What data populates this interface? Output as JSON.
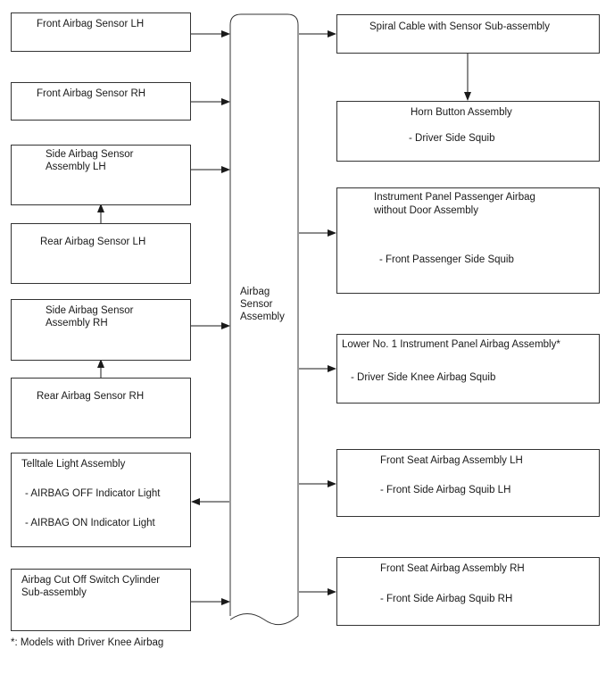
{
  "center": {
    "line1": "Airbag",
    "line2": "Sensor",
    "line3": "Assembly"
  },
  "inputs": {
    "front_sensor_lh": "Front Airbag Sensor LH",
    "front_sensor_rh": "Front Airbag Sensor RH",
    "side_sensor_lh": [
      "Side Airbag Sensor",
      "Assembly LH"
    ],
    "rear_sensor_lh": "Rear Airbag Sensor LH",
    "side_sensor_rh": [
      "Side Airbag Sensor",
      "Assembly RH"
    ],
    "rear_sensor_rh": "Rear Airbag Sensor RH",
    "telltale": {
      "title": "Telltale Light Assembly",
      "off": "- AIRBAG OFF Indicator Light",
      "on": "- AIRBAG ON Indicator Light"
    },
    "cutoff_switch": [
      "Airbag Cut Off Switch Cylinder",
      "Sub-assembly"
    ]
  },
  "outputs": {
    "spiral_cable": "Spiral Cable with Sensor Sub-assembly",
    "horn": {
      "title": "Horn Button Assembly",
      "squib": "- Driver Side Squib"
    },
    "passenger": {
      "title": [
        "Instrument Panel Passenger Airbag",
        "without Door Assembly"
      ],
      "squib": "- Front Passenger Side Squib"
    },
    "knee": {
      "title": "Lower No. 1 Instrument Panel Airbag Assembly*",
      "squib": "- Driver Side Knee Airbag Squib"
    },
    "seat_lh": {
      "title": "Front Seat Airbag Assembly LH",
      "squib": "- Front Side Airbag Squib LH"
    },
    "seat_rh": {
      "title": "Front Seat Airbag Assembly RH",
      "squib": "- Front Side Airbag Squib RH"
    }
  },
  "footnote": "*: Models with Driver Knee Airbag"
}
